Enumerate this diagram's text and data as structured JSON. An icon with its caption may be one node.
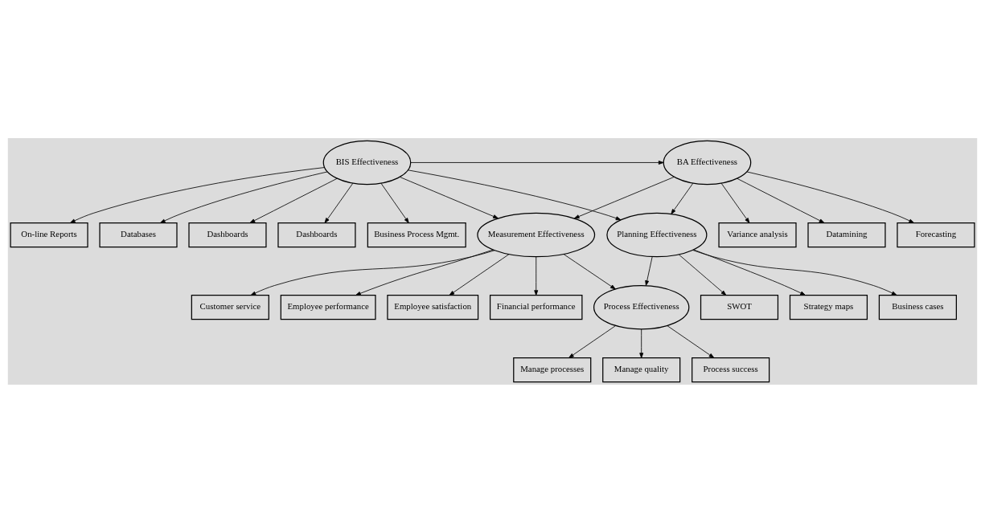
{
  "diagram": {
    "nodes": [
      {
        "text": [
          "BIS Effectiveness"
        ]
      },
      {
        "text": [
          "BA Effectiveness"
        ]
      },
      {
        "text": [
          "Planning Effectiveness"
        ]
      },
      {
        "text": [
          "Measurement Effectiveness"
        ]
      },
      {
        "text": [
          "Process Effectiveness"
        ]
      },
      {
        "text": [
          "On-line Reports"
        ]
      },
      {
        "text": [
          "Databases"
        ]
      },
      {
        "text": [
          "Dashboards"
        ]
      },
      {
        "text": [
          "Dashboards"
        ]
      },
      {
        "text": [
          "Business Process Mgmt."
        ]
      },
      {
        "text": [
          "Variance analysis"
        ]
      },
      {
        "text": [
          "Datamining"
        ]
      },
      {
        "text": [
          "Forecasting"
        ]
      },
      {
        "text": [
          "SWOT"
        ]
      },
      {
        "text": [
          "Strategy maps"
        ]
      },
      {
        "text": [
          "Business cases"
        ]
      },
      {
        "text": [
          "Customer service"
        ]
      },
      {
        "text": [
          "Employee performance"
        ]
      },
      {
        "text": [
          "Employee satisfaction"
        ]
      },
      {
        "text": [
          "Financial performance"
        ]
      },
      {
        "text": [
          "Manage processes"
        ]
      },
      {
        "text": [
          "Manage quality"
        ]
      },
      {
        "text": [
          "Process success"
        ]
      }
    ],
    "edges": [
      {
        "from": 0,
        "to": 5,
        "arrow": "to"
      },
      {
        "from": 0,
        "to": 6,
        "arrow": "to"
      },
      {
        "from": 0,
        "to": 7,
        "arrow": "to"
      },
      {
        "from": 0,
        "to": 8,
        "arrow": "to"
      },
      {
        "from": 0,
        "to": 9,
        "arrow": "to"
      },
      {
        "from": 0,
        "to": 1,
        "arrow": "to"
      },
      {
        "from": 1,
        "to": 10,
        "arrow": "to"
      },
      {
        "from": 1,
        "to": 11,
        "arrow": "to"
      },
      {
        "from": 1,
        "to": 12,
        "arrow": "to"
      },
      {
        "from": 0,
        "to": 2,
        "arrow": "to"
      },
      {
        "from": 0,
        "to": 3,
        "arrow": "to"
      },
      {
        "from": 1,
        "to": 2,
        "arrow": "to"
      },
      {
        "from": 1,
        "to": 3,
        "arrow": "to"
      },
      {
        "from": 2,
        "to": 13,
        "arrow": "to"
      },
      {
        "from": 2,
        "to": 14,
        "arrow": "to"
      },
      {
        "from": 2,
        "to": 15,
        "arrow": "to"
      },
      {
        "from": 3,
        "to": 16,
        "arrow": "to"
      },
      {
        "from": 3,
        "to": 17,
        "arrow": "to"
      },
      {
        "from": 3,
        "to": 18,
        "arrow": "to"
      },
      {
        "from": 3,
        "to": 19,
        "arrow": "to"
      },
      {
        "from": 2,
        "to": 4,
        "arrow": "to"
      },
      {
        "from": 3,
        "to": 4,
        "arrow": "to"
      },
      {
        "from": 4,
        "to": 20,
        "arrow": "to"
      },
      {
        "from": 4,
        "to": 21,
        "arrow": "to"
      },
      {
        "from": 4,
        "to": 22,
        "arrow": "to"
      }
    ]
  }
}
